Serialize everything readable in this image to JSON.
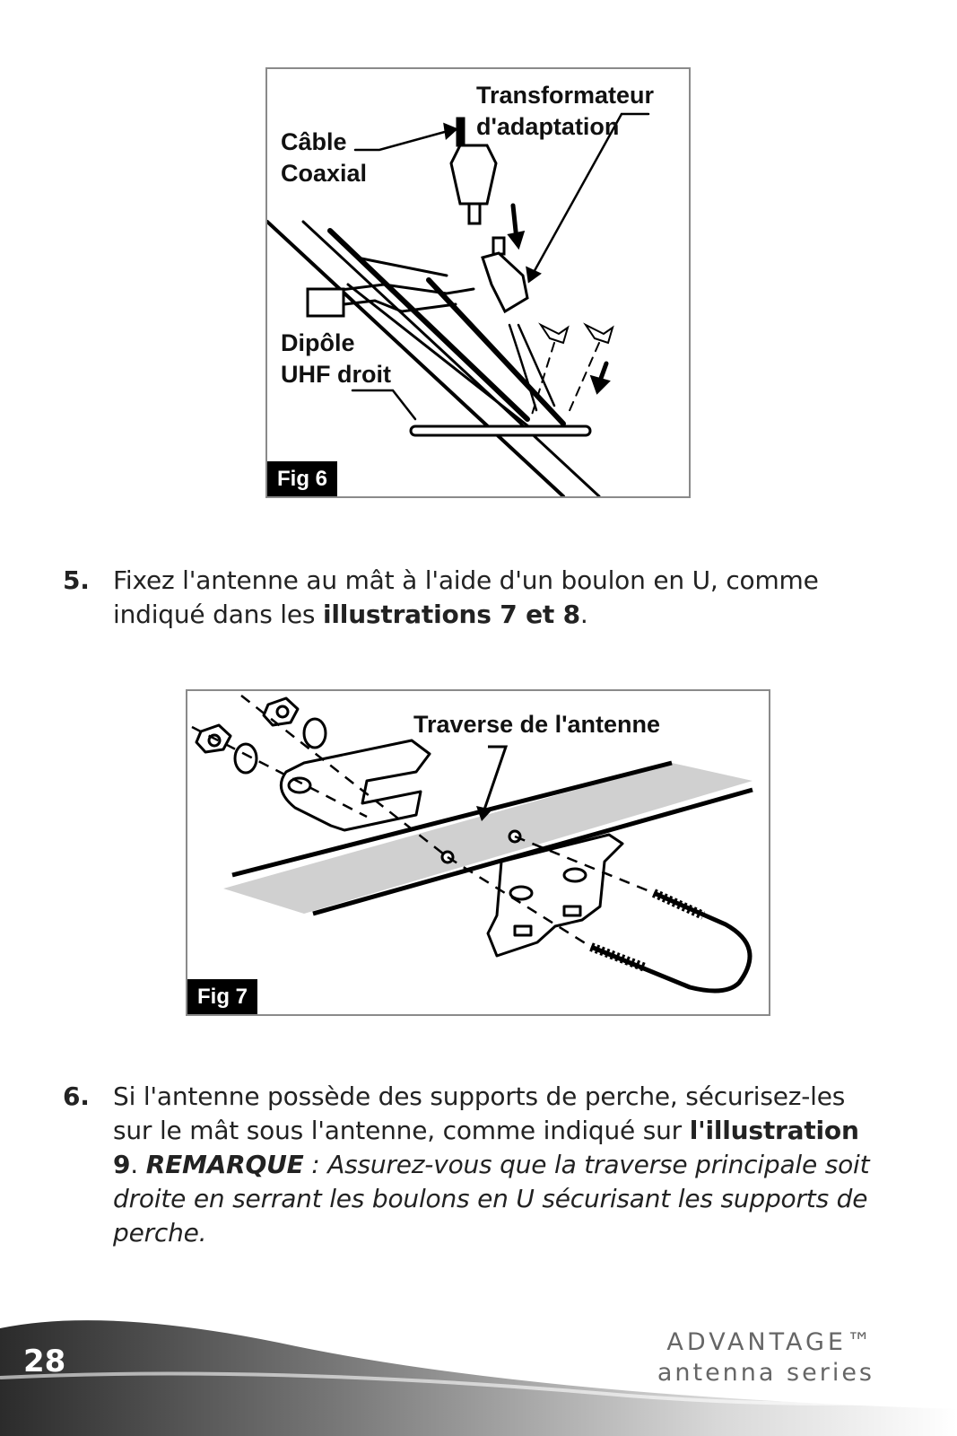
{
  "fig6": {
    "tag": "Fig 6",
    "label_transformer": "Transformateur\nd'adaptation",
    "label_cable": "Câble\nCoaxial",
    "label_dipole": "Dipôle\nUHF droit"
  },
  "step5": {
    "number": "5.",
    "text_before": "Fixez l'antenne au mât à l'aide d'un boulon en U, comme indiqué dans les ",
    "bold": "illustrations 7 et 8",
    "text_after": "."
  },
  "fig7": {
    "tag": "Fig 7",
    "label_crossbar": "Traverse de l'antenne"
  },
  "step6": {
    "number": "6.",
    "text_before": "Si l'antenne possède des supports de perche, sécurisez-les sur le mât sous l'antenne, comme indiqué sur ",
    "bold": "l'illustration 9",
    "text_mid": ". ",
    "bold_italic": "REMARQUE",
    "italic": " : Assurez-vous que la traverse principale soit droite en serrant les boulons en U sécurisant les supports de perche."
  },
  "footer": {
    "page_number": "28",
    "brand_line1": "ADVANTAGE™",
    "brand_line2": "antenna series"
  }
}
